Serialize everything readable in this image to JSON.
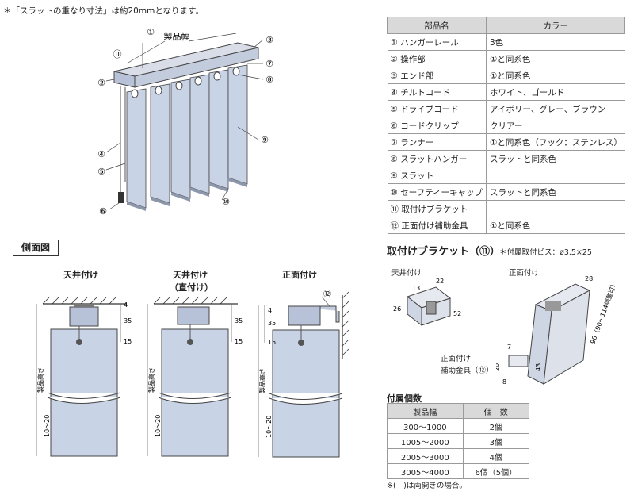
{
  "top_note": "＊「スラットの重なり寸法」は約20mmとなります。",
  "diagram": {
    "product_width": "製品幅",
    "callouts": [
      "①",
      "②",
      "③",
      "④",
      "⑤",
      "⑥",
      "⑦",
      "⑧",
      "⑨",
      "⑩",
      "⑪"
    ]
  },
  "parts_table": {
    "headers": [
      "部品名",
      "カラー"
    ],
    "rows": [
      [
        "① ハンガーレール",
        "3色"
      ],
      [
        "② 操作部",
        "①と同系色"
      ],
      [
        "③ エンド部",
        "①と同系色"
      ],
      [
        "④ チルトコード",
        "ホワイト、ゴールド"
      ],
      [
        "⑤ ドライブコード",
        "アイボリー、グレー、ブラウン"
      ],
      [
        "⑥ コードクリップ",
        "クリアー"
      ],
      [
        "⑦ ランナー",
        "①と同系色（フック：ステンレス）"
      ],
      [
        "⑧ スラットハンガー",
        "スラットと同系色"
      ],
      [
        "⑨ スラット",
        ""
      ],
      [
        "⑩ セーフティーキャップ",
        "スラットと同系色"
      ],
      [
        "⑪ 取付けブラケット",
        ""
      ],
      [
        "⑫ 正面付け補助金具",
        "①と同系色"
      ]
    ]
  },
  "side_view": {
    "title": "側面図",
    "ceiling": "天井付け",
    "ceiling_direct_line1": "天井付け",
    "ceiling_direct_line2": "（直付け）",
    "front": "正面付け",
    "dim_4": "4",
    "dim_35": "35",
    "dim_15": "15",
    "height": "製品高さ",
    "bottom": "10〜20",
    "callout_12": "⑫"
  },
  "bracket": {
    "title": "取付けブラケット（⑪）",
    "note": "＊付属取付ビス：ø3.5×25",
    "ceiling": "天井付け",
    "front": "正面付け",
    "dims_ceiling": [
      "22",
      "13",
      "26",
      "52"
    ],
    "dims_front": [
      "28",
      "96（90〜114調整可）",
      "43",
      "20",
      "7",
      "8"
    ],
    "aux_line1": "正面付け",
    "aux_line2": "補助金具（⑫）"
  },
  "accessories": {
    "title": "付属個数",
    "headers": [
      "製品幅",
      "個　数"
    ],
    "rows": [
      [
        "300〜1000",
        "2個"
      ],
      [
        "1005〜2000",
        "3個"
      ],
      [
        "2005〜3000",
        "4個"
      ],
      [
        "3005〜4000",
        "6個（5個）"
      ]
    ],
    "note": "※(　)は両開きの場合。"
  },
  "colors": {
    "slat": "#c9d3e6",
    "rail": "#b7c2d8",
    "line": "#444444",
    "header_bg": "#d9d9d9"
  }
}
